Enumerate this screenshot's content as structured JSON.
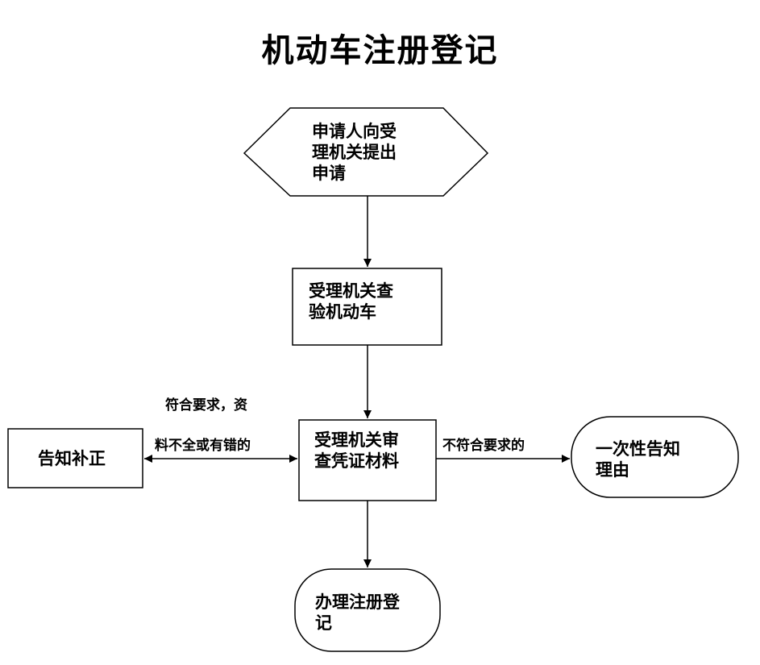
{
  "title": "机动车注册登记",
  "nodes": {
    "apply": [
      "申请人向受",
      "理机关提出",
      "申请"
    ],
    "inspect_vehicle": [
      "受理机关查",
      "验机动车"
    ],
    "review_docs": [
      "受理机关审",
      "查凭证材料"
    ],
    "notify_correct": [
      "告知补正"
    ],
    "notify_reason": [
      "一次性告知",
      "理由"
    ],
    "register": [
      "办理注册登",
      "记"
    ]
  },
  "edge_labels": {
    "incomplete": [
      "符合要求，资",
      "料不全或有错的"
    ],
    "not_qualified": "不符合要求的"
  }
}
